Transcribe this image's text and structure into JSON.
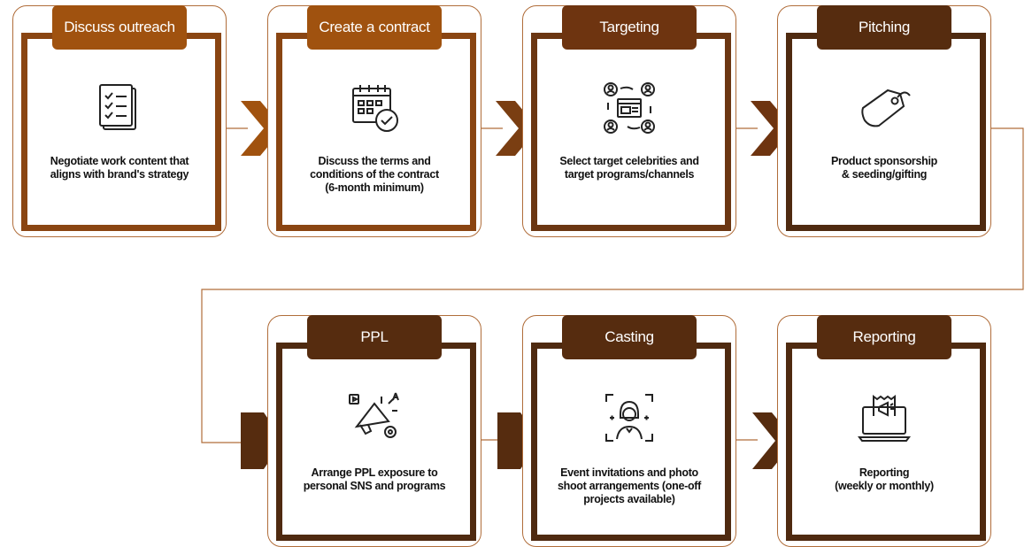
{
  "steps": [
    {
      "title": "Discuss outreach",
      "desc1": "Negotiate work content that",
      "desc2": "aligns with brand's strategy",
      "desc3": "",
      "icon": "checklist-icon"
    },
    {
      "title": "Create a contract",
      "desc1": "Discuss the terms and",
      "desc2": "conditions of the contract",
      "desc3": "(6-month minimum)",
      "icon": "calendar-check-icon"
    },
    {
      "title": "Targeting",
      "desc1": "Select target celebrities and",
      "desc2": "target programs/channels",
      "desc3": "",
      "icon": "network-users-icon"
    },
    {
      "title": "Pitching",
      "desc1": "Product sponsorship",
      "desc2": "& seeding/gifting",
      "desc3": "",
      "icon": "price-tag-icon"
    },
    {
      "title": "PPL",
      "desc1": "Arrange PPL exposure to",
      "desc2": "personal SNS and programs",
      "desc3": "",
      "icon": "megaphone-icon"
    },
    {
      "title": "Casting",
      "desc1": "Event invitations and photo",
      "desc2": "shoot arrangements (one-off",
      "desc3": "projects available)",
      "icon": "person-focus-icon"
    },
    {
      "title": "Reporting",
      "desc1": "Reporting",
      "desc2": "(weekly or monthly)",
      "desc3": "",
      "icon": "laptop-report-icon"
    }
  ],
  "colors": {
    "orange": "#a0520f",
    "brown": "#6e3410",
    "dark": "#562c0f",
    "line": "#b06d3a"
  }
}
